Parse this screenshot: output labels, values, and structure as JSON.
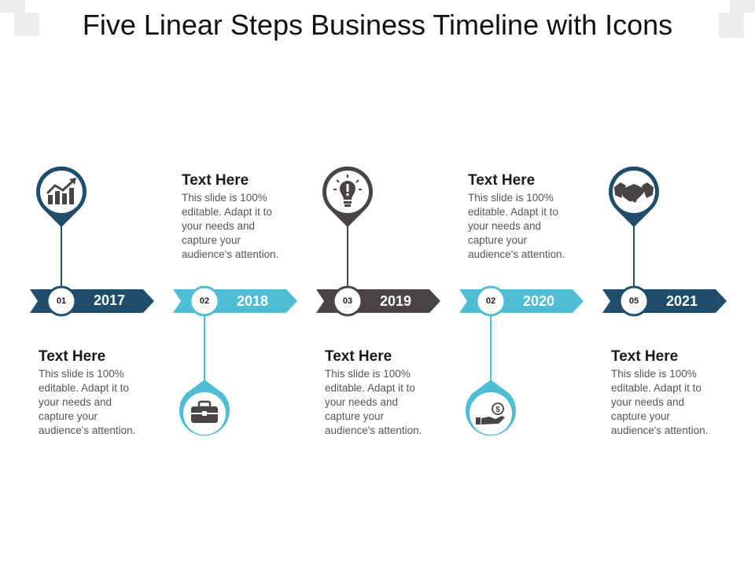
{
  "title": "Five Linear Steps Business Timeline with Icons",
  "colors": {
    "navy": "#1f4e6b",
    "teal": "#4fbdd3",
    "gray": "#4a4545",
    "tealDark": "#3aaab8"
  },
  "steps": [
    {
      "number": "01",
      "year": "2017",
      "icon": "growth-chart-icon",
      "color": "#1f4e6b",
      "heading": "Text Here",
      "body": "This slide is 100% editable. Adapt it to your needs and capture your audience's attention."
    },
    {
      "number": "02",
      "year": "2018",
      "icon": "briefcase-icon",
      "color": "#4fbdd3",
      "heading": "Text Here",
      "body": "This slide is 100% editable. Adapt it to your needs and capture your audience's attention."
    },
    {
      "number": "03",
      "year": "2019",
      "icon": "lightbulb-icon",
      "color": "#4a4545",
      "heading": "Text Here",
      "body": "This slide is 100% editable. Adapt it to your needs and capture your audience's attention."
    },
    {
      "number": "02",
      "year": "2020",
      "icon": "money-hand-icon",
      "color": "#4fbdd3",
      "heading": "Text Here",
      "body": "This slide is 100% editable. Adapt it to your needs and capture your audience's attention."
    },
    {
      "number": "05",
      "year": "2021",
      "icon": "handshake-icon",
      "color": "#1f4e6b",
      "heading": "Text Here",
      "body": "This slide is 100% editable. Adapt it to your needs and capture your audience's attention."
    }
  ]
}
